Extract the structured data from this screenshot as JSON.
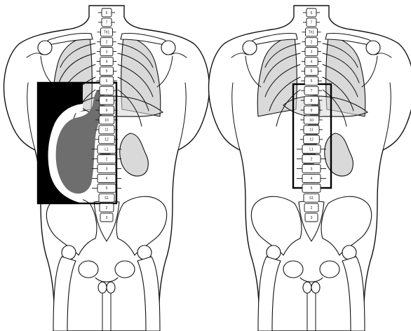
{
  "colors": {
    "background": "#ffffff",
    "lung_fill": "#d9d9d9",
    "highlight_gray": "#6e6e6e",
    "field_black": "#000000"
  },
  "left_figure": {
    "vertebra_labels": [
      "6",
      "7",
      "Th1",
      "2",
      "3",
      "4",
      "5",
      "6",
      "7",
      "8",
      "9",
      "10",
      "11",
      "12",
      "L1",
      "2",
      "3",
      "4",
      "5",
      "S1",
      "2",
      "3"
    ]
  },
  "right_figure": {
    "vertebra_labels": [
      "6",
      "7",
      "Th1",
      "2",
      "3",
      "4",
      "5",
      "6",
      "7",
      "8",
      "9",
      "10",
      "11",
      "12",
      "L1",
      "2",
      "3",
      "4",
      "5",
      "S1",
      "2",
      "3"
    ]
  }
}
